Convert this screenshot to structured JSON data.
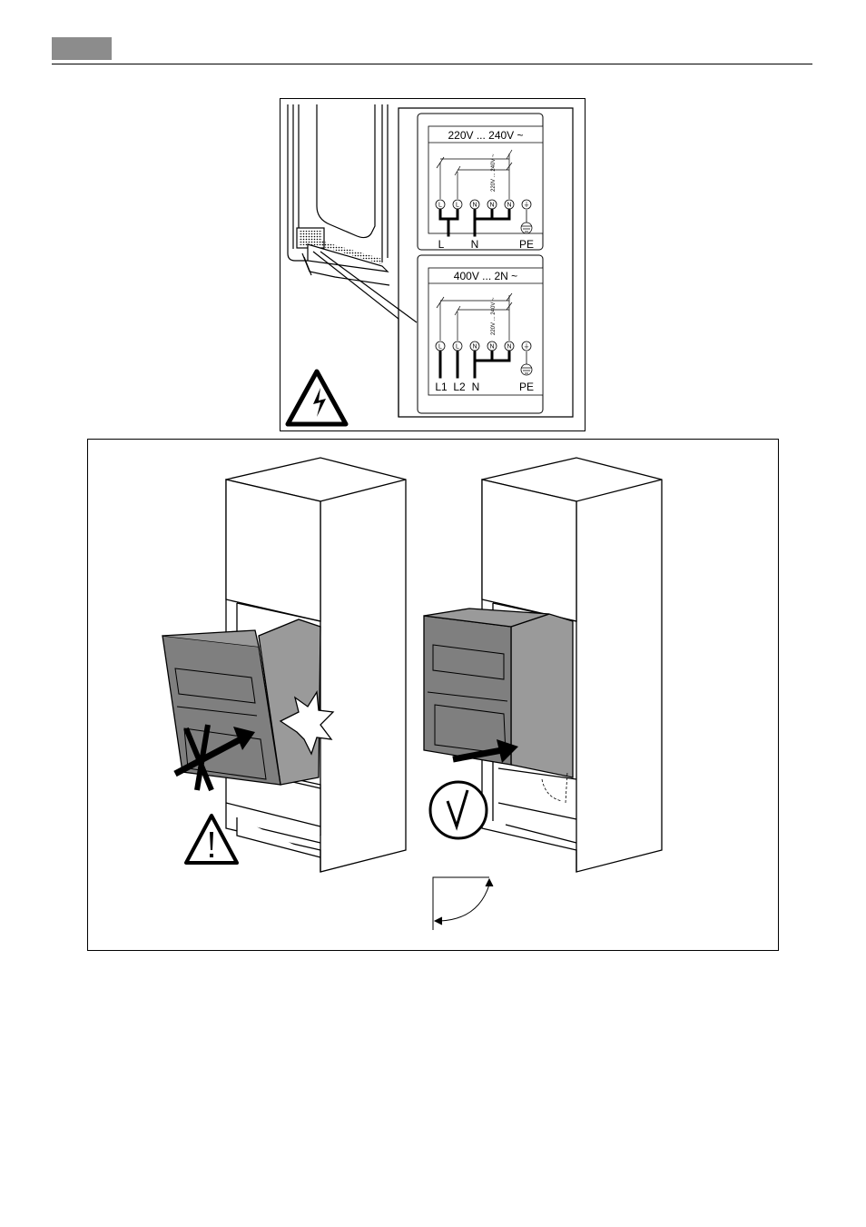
{
  "page": {
    "tab_color": "#8c8c8c"
  },
  "wiring": {
    "panel1": {
      "title": "220V ... 240V ~",
      "vertical_label": "220V ... 240V ~",
      "terminals": [
        "L",
        "L",
        "N",
        "N",
        "N",
        "⏚"
      ],
      "bottom_labels": [
        "L",
        "N",
        "PE"
      ]
    },
    "panel2": {
      "title": "400V ... 2N ~",
      "vertical_label": "220V ... 240V ~",
      "terminals": [
        "L",
        "L",
        "N",
        "N",
        "N",
        "⏚"
      ],
      "bottom_labels": [
        "L1",
        "L2",
        "N",
        "PE"
      ]
    },
    "icons": [
      "high-voltage-warning-icon"
    ]
  },
  "installation": {
    "icons": [
      "wrong-mark-icon",
      "collision-burst-icon",
      "warning-icon",
      "check-mark-icon",
      "rotation-angle-icon"
    ],
    "oven_color": "#8a8a8a",
    "cabinet_color": "#ffffff"
  }
}
